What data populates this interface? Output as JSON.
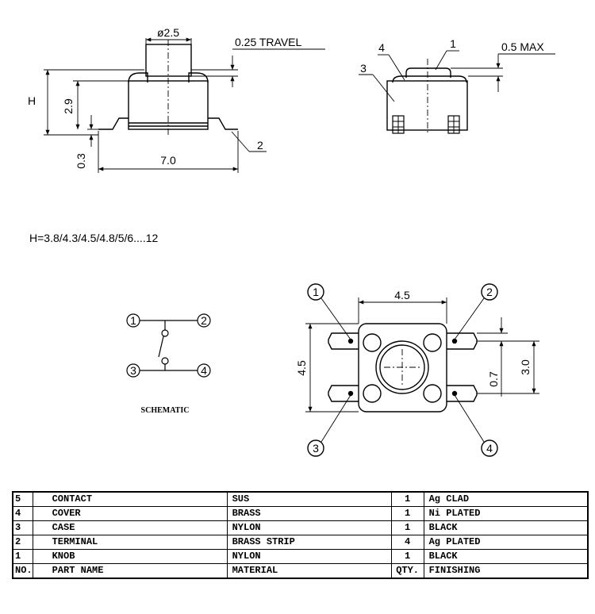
{
  "side_view": {
    "diameter_label": "ø2.5",
    "travel_label": "0.25 TRAVEL",
    "height_label": "H",
    "body_height_label": "2.9",
    "terminal_label": "0.3",
    "width_label": "7.0",
    "terminal_callout": "2"
  },
  "front_view": {
    "callout_knob": "1",
    "callout_cover": "4",
    "callout_case": "3",
    "max_label": "0.5 MAX"
  },
  "height_note": "H=3.8/4.3/4.5/4.8/5/6....12",
  "schematic": {
    "label": "SCHEMATIC",
    "pins": [
      "1",
      "2",
      "3",
      "4"
    ]
  },
  "top_view": {
    "width_label": "4.5",
    "height_label": "4.5",
    "pitch_small_label": "0.7",
    "pitch_large_label": "3.0",
    "pins": [
      "1",
      "2",
      "3",
      "4"
    ]
  },
  "parts_table": {
    "rows": [
      {
        "no": "5",
        "part": "CONTACT",
        "material": "SUS",
        "qty": "1",
        "finishing": "Ag CLAD"
      },
      {
        "no": "4",
        "part": "COVER",
        "material": "BRASS",
        "qty": "1",
        "finishing": "Ni PLATED"
      },
      {
        "no": "3",
        "part": "CASE",
        "material": "NYLON",
        "qty": "1",
        "finishing": "BLACK"
      },
      {
        "no": "2",
        "part": "TERMINAL",
        "material": "BRASS STRIP",
        "qty": "4",
        "finishing": "Ag PLATED"
      },
      {
        "no": "1",
        "part": "KNOB",
        "material": "NYLON",
        "qty": "1",
        "finishing": "BLACK"
      }
    ],
    "header": {
      "no": "NO.",
      "part": "PART  NAME",
      "material": "MATERIAL",
      "qty": "QTY.",
      "finishing": "FINISHING"
    }
  }
}
